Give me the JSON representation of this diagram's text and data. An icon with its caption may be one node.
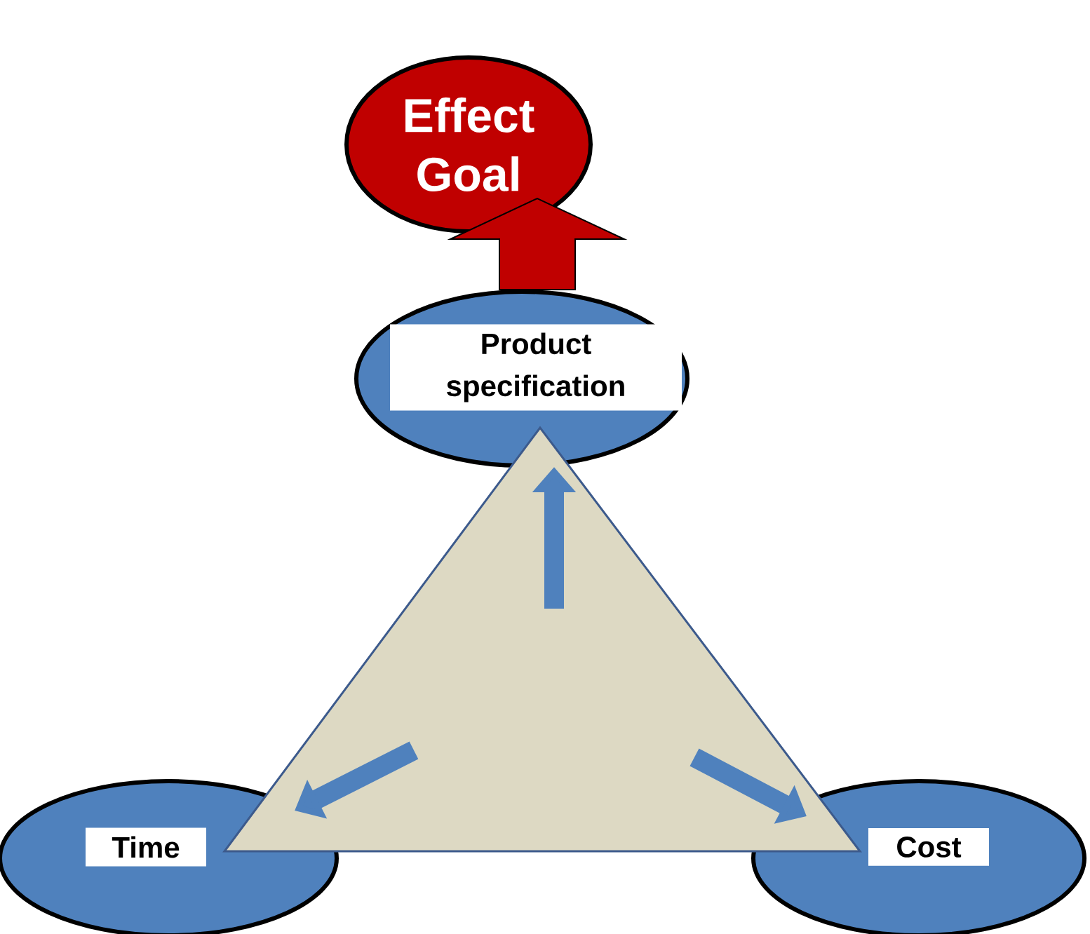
{
  "diagram": {
    "nodes": [
      {
        "text": [
          "Effect Goal"
        ]
      },
      {
        "text": [
          "Product specification"
        ]
      },
      {
        "text": [],
        "shape": "triangle"
      },
      {
        "text": [
          "Time"
        ]
      },
      {
        "text": [
          "Cost"
        ]
      }
    ],
    "edges": [
      {
        "from": 1,
        "to": 0,
        "arrow": "to",
        "style": "thick",
        "color": "#c00000"
      },
      {
        "from": 2,
        "to": 1,
        "arrow": "to"
      },
      {
        "from": 2,
        "to": 3,
        "arrow": "to"
      },
      {
        "from": 2,
        "to": 4,
        "arrow": "to"
      }
    ]
  }
}
